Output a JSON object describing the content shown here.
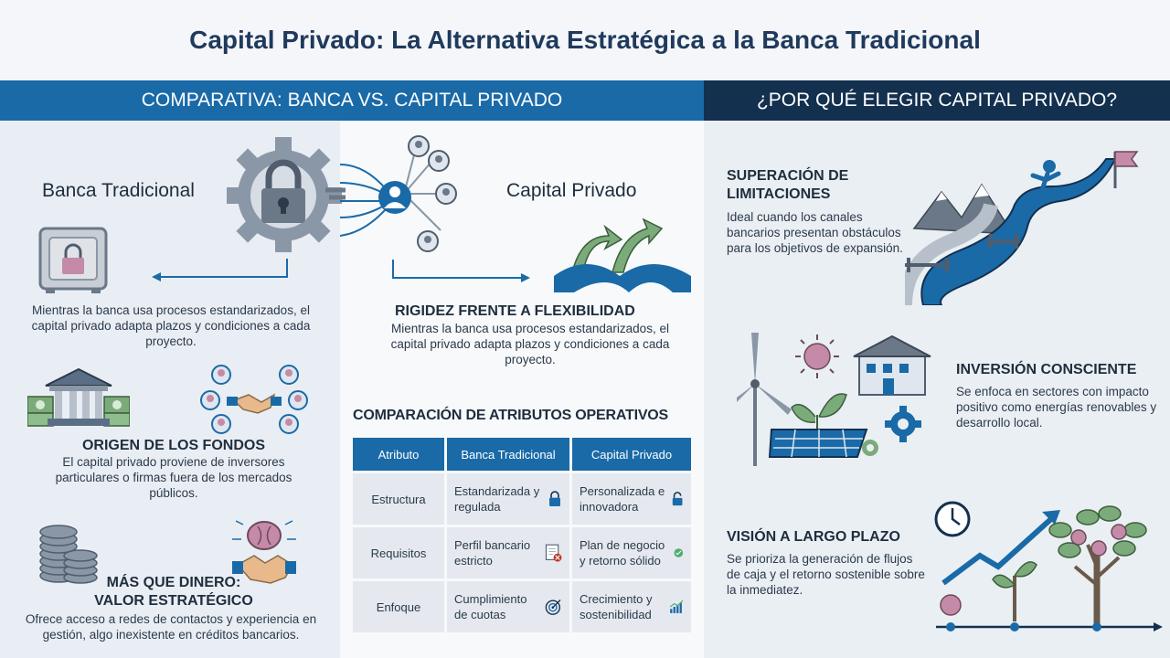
{
  "title": "Capital Privado: La Alternativa Estratégica a la Banca Tradicional",
  "left_header": "COMPARATIVA: BANCA VS. CAPITAL PRIVADO",
  "right_header": "¿POR QUÉ ELEGIR CAPITAL PRIVADO?",
  "banca_label": "Banca Tradicional",
  "capital_label": "Capital Privado",
  "left_block1_text": "Mientras la banca usa procesos estandarizados, el capital privado adapta plazos y condiciones a cada proyecto.",
  "origen_title": "ORIGEN DE LOS FONDOS",
  "origen_text": "El capital privado proviene de inversores particulares o firmas fuera de los mercados públicos.",
  "mas_title_1": "MÁS QUE DINERO:",
  "mas_title_2": "VALOR ESTRATÉGICO",
  "mas_text": "Ofrece acceso a redes de contactos y experiencia en gestión, algo inexistente en créditos bancarios.",
  "rigidez_title": "RIGIDEZ FRENTE A FLEXIBILIDAD",
  "rigidez_text": "Mientras la banca usa procesos estandarizados, el capital privado adapta plazos y condiciones a cada proyecto.",
  "table_title": "COMPARACIÓN DE ATRIBUTOS OPERATIVOS",
  "table": {
    "headers": [
      "Atributo",
      "Banca Tradicional",
      "Capital Privado"
    ],
    "rows": [
      [
        "Estructura",
        "Estandarizada y regulada",
        "Personalizada e innovadora"
      ],
      [
        "Requisitos",
        "Perfil bancario estricto",
        "Plan de negocio y retorno sólido"
      ],
      [
        "Enfoque",
        "Cumplimiento de cuotas",
        "Crecimiento y sostenibilidad"
      ]
    ]
  },
  "sup_title_1": "SUPERACIÓN DE",
  "sup_title_2": "LIMITACIONES",
  "sup_text": "Ideal cuando los canales bancarios presentan obstáculos para los objetivos de expansión.",
  "inv_title": "INVERSIÓN CONSCIENTE",
  "inv_text": "Se enfoca en sectores con impacto positivo como energías renovables y desarrollo local.",
  "vis_title": "VISIÓN A LARGO PLAZO",
  "vis_text": "Se prioriza la generación de flujos de caja y el retorno sostenible sobre la inmediatez.",
  "colors": {
    "primary_blue": "#1a6aa8",
    "navy": "#13304f",
    "green": "#7bab7a",
    "title": "#1f3a5c"
  }
}
